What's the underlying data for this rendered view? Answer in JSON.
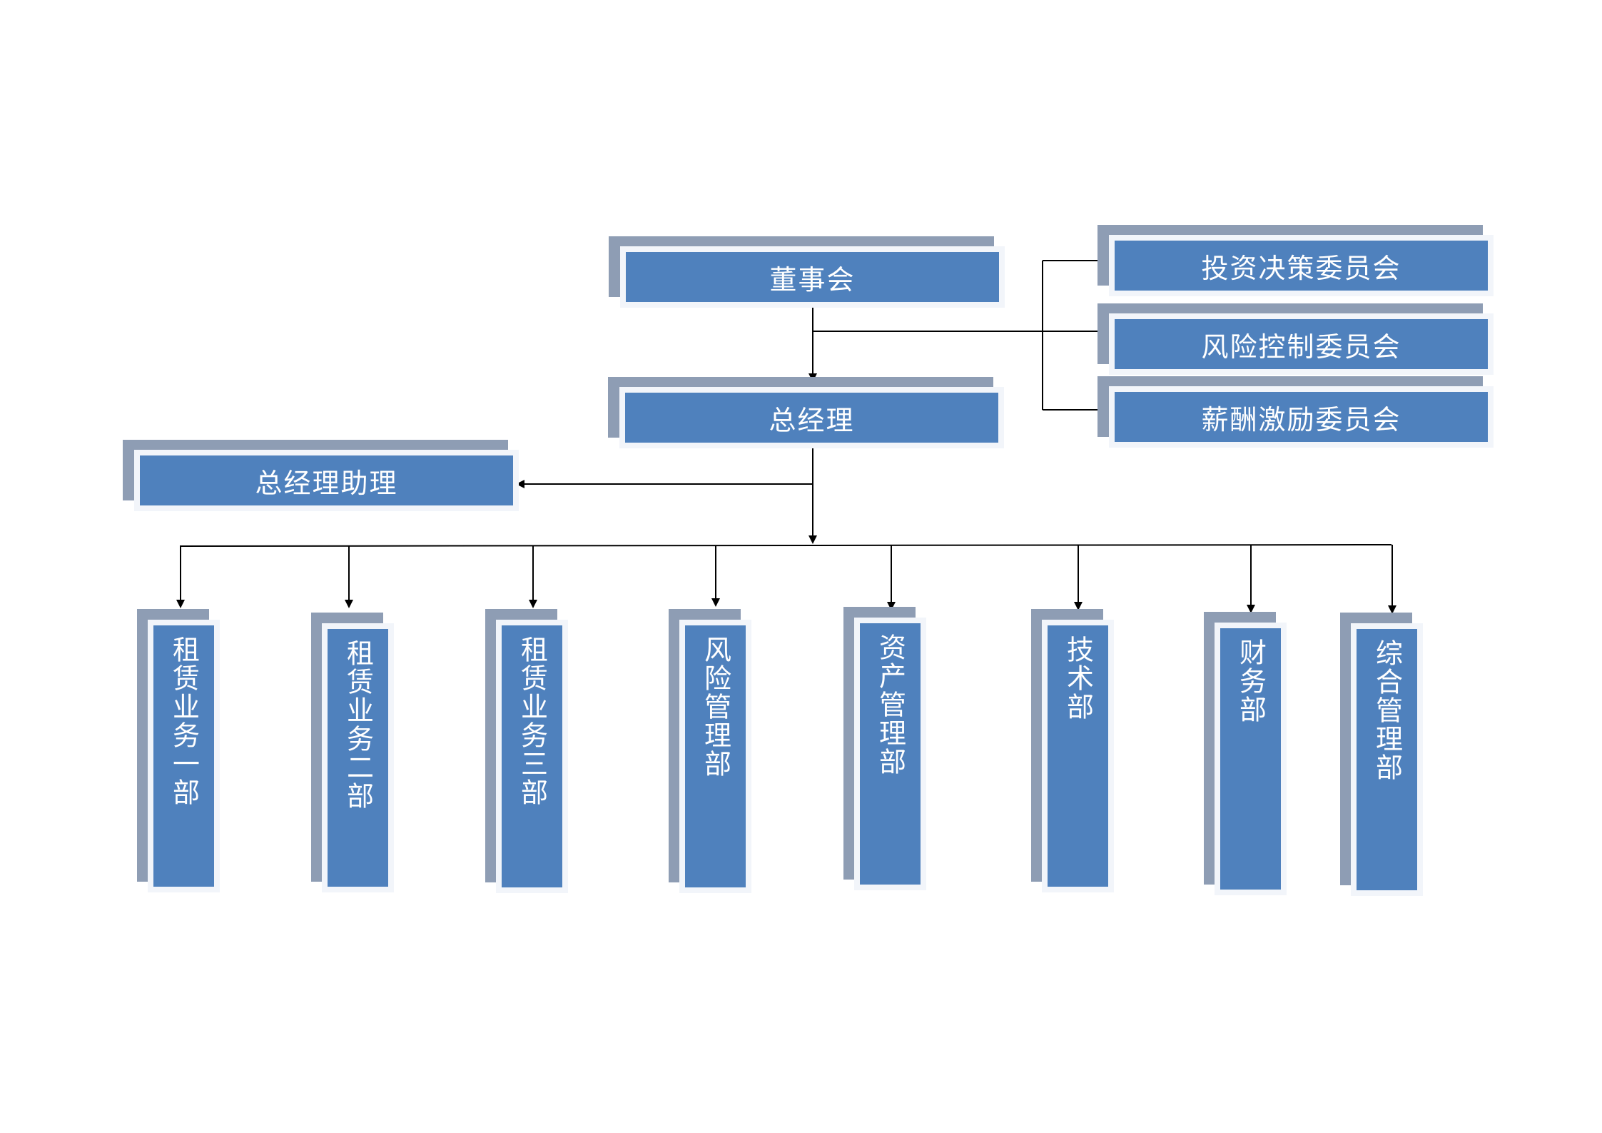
{
  "board": {
    "label": "董事会"
  },
  "gm": {
    "label": "总经理"
  },
  "committees": [
    {
      "label": "投资决策委员会"
    },
    {
      "label": "风险控制委员会"
    },
    {
      "label": "薪酬激励委员会"
    }
  ],
  "assistant": {
    "label": "总经理助理"
  },
  "departments": [
    {
      "label": "租赁业务一部"
    },
    {
      "label": "租赁业务二部"
    },
    {
      "label": "租赁业务三部"
    },
    {
      "label": "风险管理部"
    },
    {
      "label": "资产管理部"
    },
    {
      "label": "技术部"
    },
    {
      "label": "财务部"
    },
    {
      "label": "综合管理部"
    }
  ],
  "colors": {
    "box_fill": "#4f81bd",
    "box_shadow": "#8e9db4",
    "box_border": "#f2f5fa",
    "line": "#000000",
    "text": "#ffffff"
  }
}
